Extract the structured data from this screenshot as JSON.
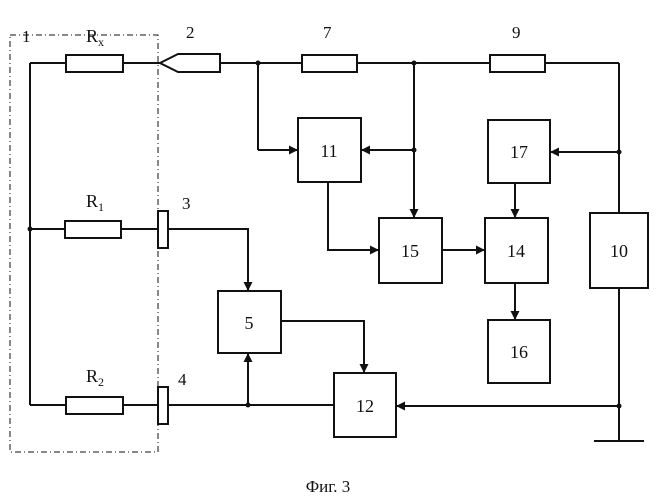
{
  "labels": {
    "n1": "1",
    "n2": "2",
    "n3": "3",
    "n4": "4",
    "n7": "7",
    "n9": "9"
  },
  "resistors": {
    "rx": {
      "letter": "R",
      "sub": "x"
    },
    "r1": {
      "letter": "R",
      "sub": "1"
    },
    "r2": {
      "letter": "R",
      "sub": "2"
    }
  },
  "blocks": {
    "b5": "5",
    "b10": "10",
    "b11": "11",
    "b12": "12",
    "b14": "14",
    "b15": "15",
    "b16": "16",
    "b17": "17"
  },
  "caption": "Фиг. 3"
}
